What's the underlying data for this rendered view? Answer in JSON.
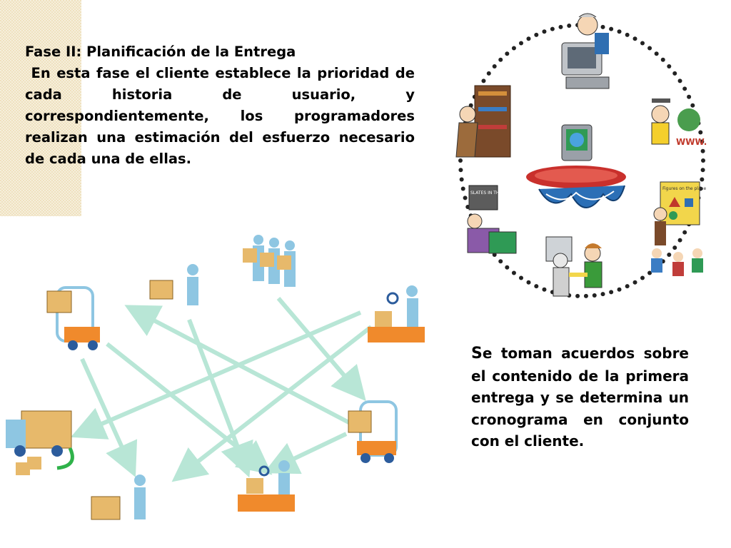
{
  "slide": {
    "title": "Fase II: Planificación de la Entrega",
    "paragraph": "En esta fase el cliente establece la prioridad de cada historia de usuario, y correspondientemente, los programadores realizan una estimación del esfuerzo necesario de cada una de ellas.",
    "note_first": "S",
    "note_rest": "e toman acuerdos sobre el contenido de la primera entrega y se determina un cronograma en conjunto con el cliente."
  },
  "illustration_right": {
    "badge_text": "WWW.",
    "book_text": "SLATES IN THE TREE",
    "board_text": "Figures on the plane"
  },
  "colors": {
    "strip": "#efe1bf",
    "arrow": "#b8e6d6",
    "worker": "#8ec6e2",
    "box": "#e7b96b",
    "dot": "#222222"
  }
}
